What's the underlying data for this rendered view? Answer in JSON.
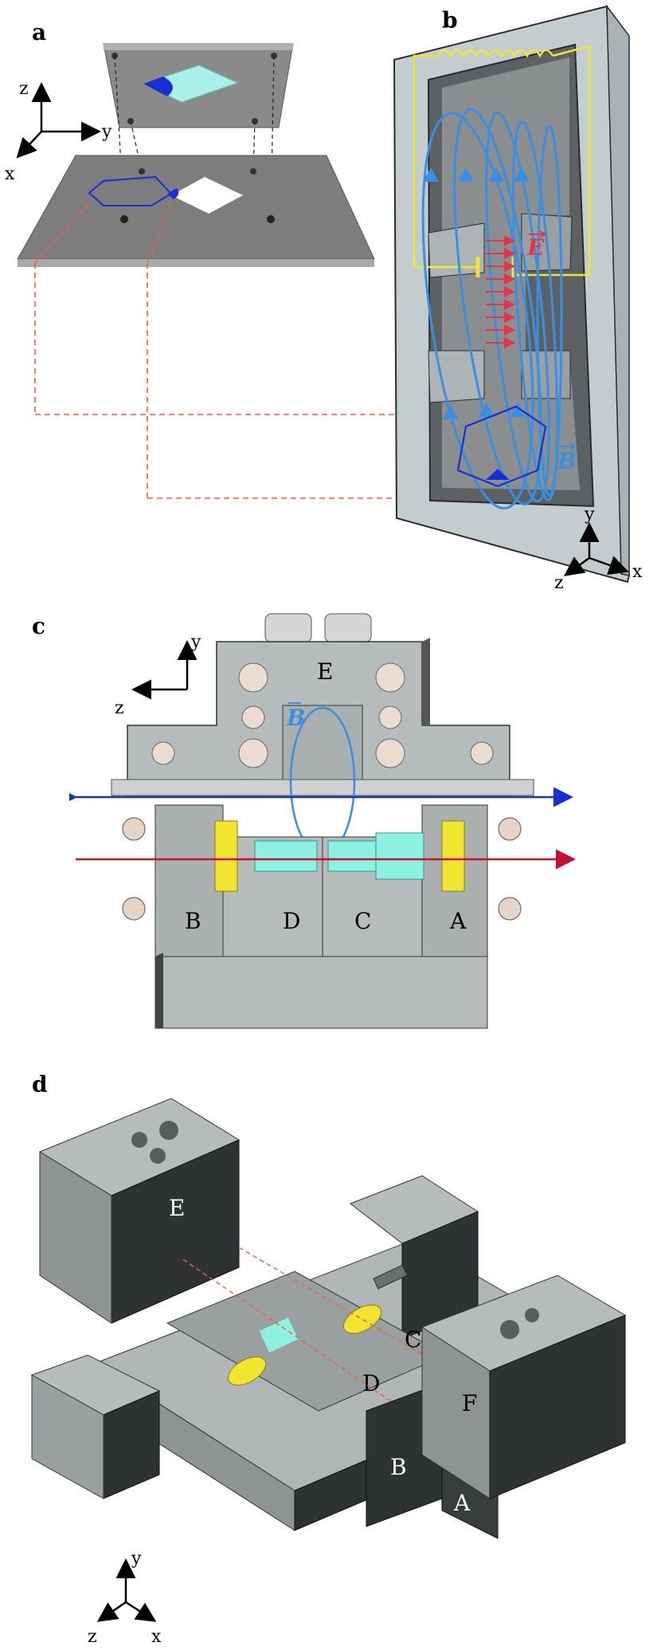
{
  "panels": {
    "a": {
      "label": "a",
      "axes": {
        "z": "z",
        "y": "y",
        "x": "x"
      }
    },
    "b": {
      "label": "b",
      "field_E": "E",
      "field_B": "B",
      "axes": {
        "y": "y",
        "x": "x",
        "z": "z"
      }
    },
    "c": {
      "label": "c",
      "axes": {
        "y": "y",
        "z": "z"
      },
      "field_B": "B",
      "parts": {
        "E": "E",
        "A": "A",
        "B": "B",
        "C": "C",
        "D": "D"
      }
    },
    "d": {
      "label": "d",
      "axes": {
        "y": "y",
        "z": "z",
        "x": "x"
      },
      "parts": {
        "E": "E",
        "F": "F",
        "A": "A",
        "B": "B",
        "C": "C",
        "D": "D"
      }
    }
  },
  "colors": {
    "field_lines": "#3a8fe0",
    "electric": "#e8334a",
    "coil": "#f2e530",
    "guide_lines": "#e8643c",
    "sample": "#1730d6",
    "crystal": "#8ef0e0",
    "metal_light": "#b4b9b9",
    "metal_dark": "#2f3232",
    "cavity_wall": "#c6cfd1"
  }
}
